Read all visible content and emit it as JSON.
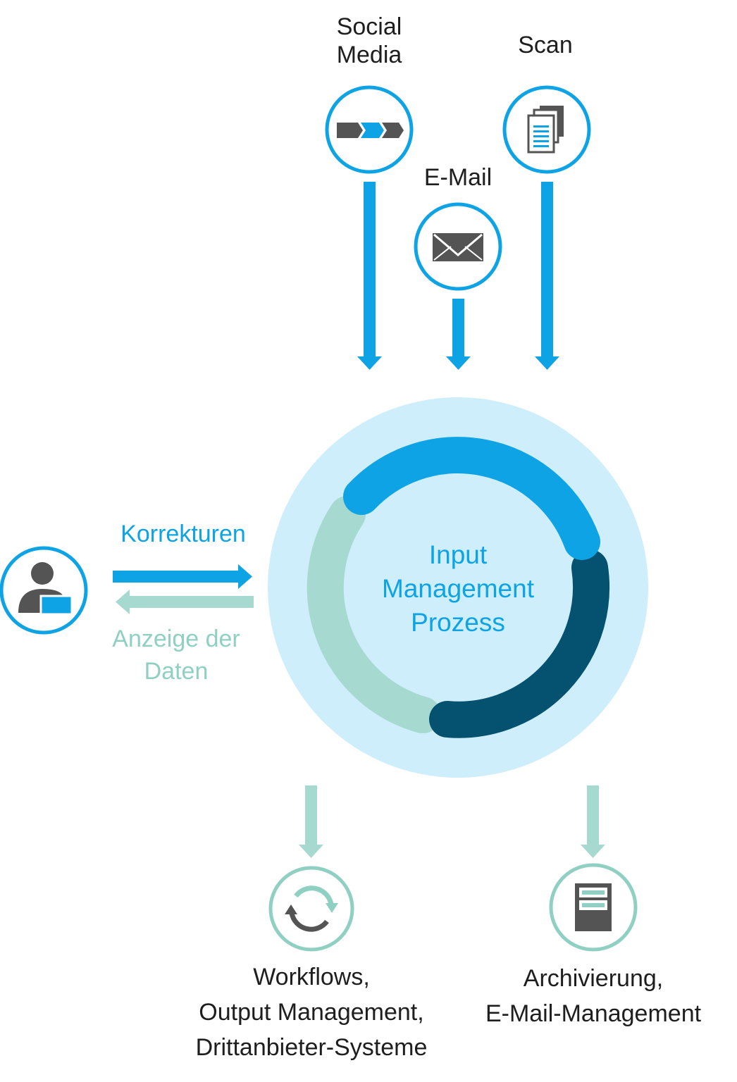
{
  "colors": {
    "accent_blue": "#0ea3e4",
    "dark_navy": "#045270",
    "teal": "#8fd0c2",
    "teal_light": "#a6d9d0",
    "halo": "#cdeefa",
    "icon_gray": "#545454"
  },
  "inputs": {
    "social_media": {
      "line1": "Social",
      "line2": "Media",
      "icon": "process-chevrons-icon"
    },
    "scan": {
      "label": "Scan",
      "icon": "documents-icon"
    },
    "email": {
      "label": "E-Mail",
      "icon": "envelope-icon"
    }
  },
  "center": {
    "line1": "Input",
    "line2": "Management",
    "line3": "Prozess"
  },
  "user": {
    "icon": "user-laptop-icon",
    "corrections_label": "Korrekturen",
    "display_line1": "Anzeige der",
    "display_line2": "Daten"
  },
  "outputs": {
    "workflows": {
      "line1": "Workflows,",
      "line2": "Output Management,",
      "line3": "Drittanbieter-Systeme",
      "icon": "refresh-cycle-icon"
    },
    "archive": {
      "line1": "Archivierung,",
      "line2": "E-Mail-Management",
      "icon": "archive-cabinet-icon"
    }
  }
}
